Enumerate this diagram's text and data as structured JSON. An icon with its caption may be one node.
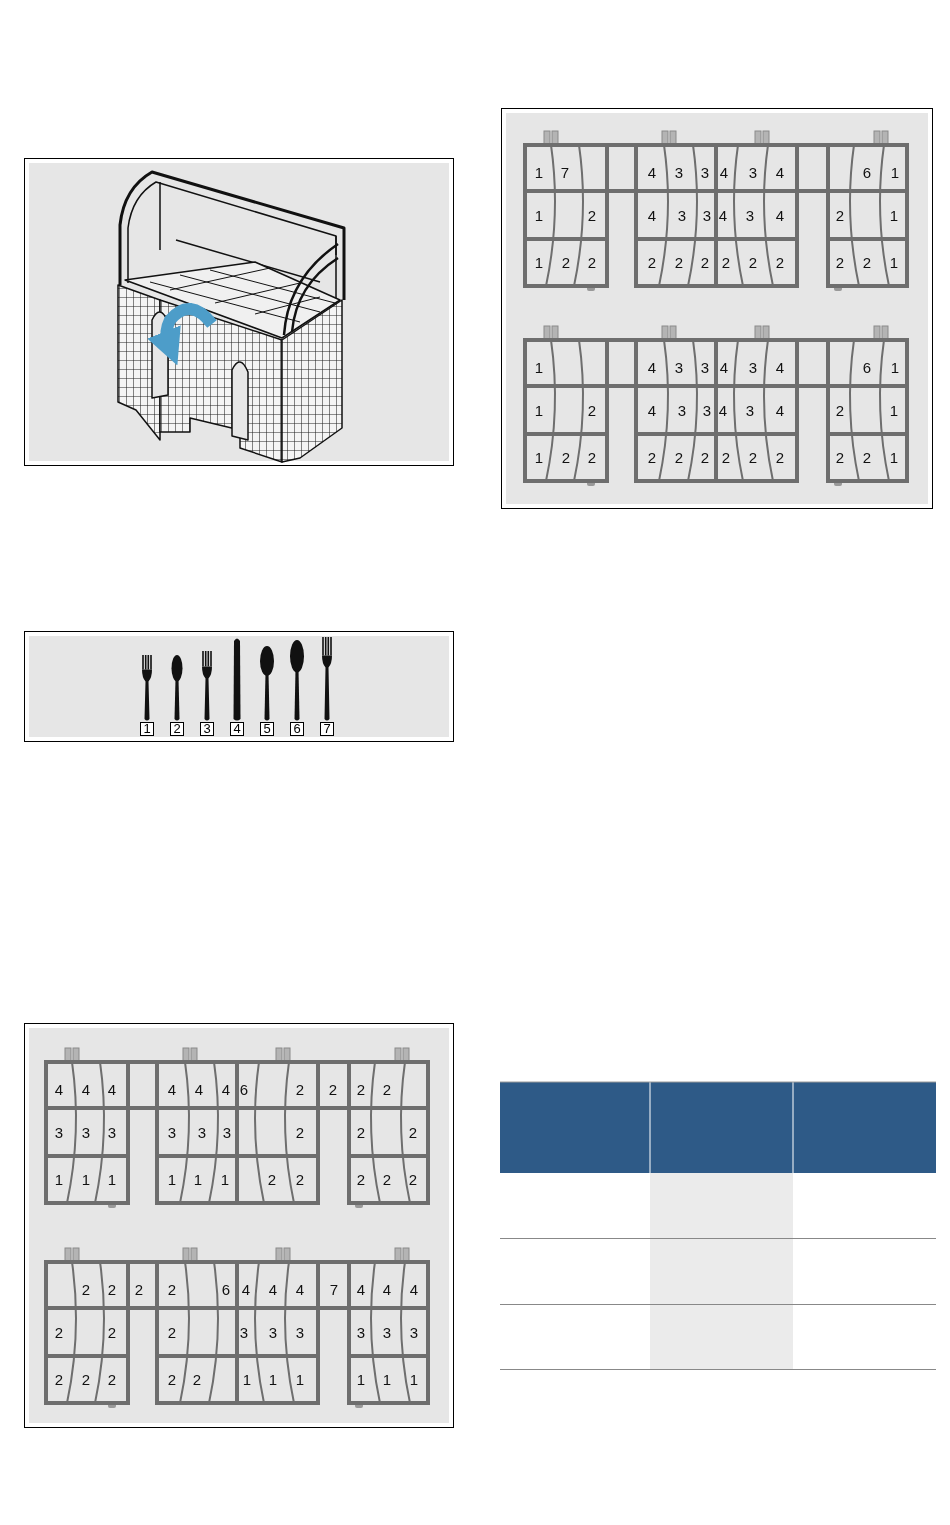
{
  "diagram": {
    "labels": [
      "1",
      "2",
      "3",
      "4",
      "5",
      "6",
      "7",
      "1",
      "7",
      "4",
      "3",
      "3",
      "4",
      "3",
      "4",
      "6",
      "1",
      "1",
      "2",
      "4",
      "3",
      "3",
      "4",
      "3",
      "4",
      "2",
      "1",
      "1",
      "2",
      "2",
      "2",
      "2",
      "2",
      "2",
      "2",
      "2",
      "2",
      "2",
      "1",
      "1",
      "4",
      "3",
      "3",
      "4",
      "3",
      "4",
      "6",
      "1",
      "1",
      "2",
      "4",
      "3",
      "3",
      "4",
      "3",
      "4",
      "2",
      "1",
      "1",
      "2",
      "2",
      "2",
      "2",
      "2",
      "2",
      "2",
      "2",
      "2",
      "2",
      "1",
      "4",
      "4",
      "4",
      "4",
      "4",
      "4",
      "6",
      "2",
      "2",
      "2",
      "2",
      "3",
      "3",
      "3",
      "3",
      "3",
      "3",
      "2",
      "2",
      "2",
      "1",
      "1",
      "1",
      "1",
      "1",
      "1",
      "2",
      "2",
      "2",
      "2",
      "2",
      "2",
      "2",
      "2",
      "2",
      "6",
      "4",
      "4",
      "4",
      "7",
      "4",
      "4",
      "4",
      "2",
      "2",
      "2",
      "3",
      "3",
      "3",
      "3",
      "3",
      "3",
      "2",
      "2",
      "2",
      "2",
      "2",
      "1",
      "1",
      "1",
      "1",
      "1",
      "1"
    ]
  }
}
